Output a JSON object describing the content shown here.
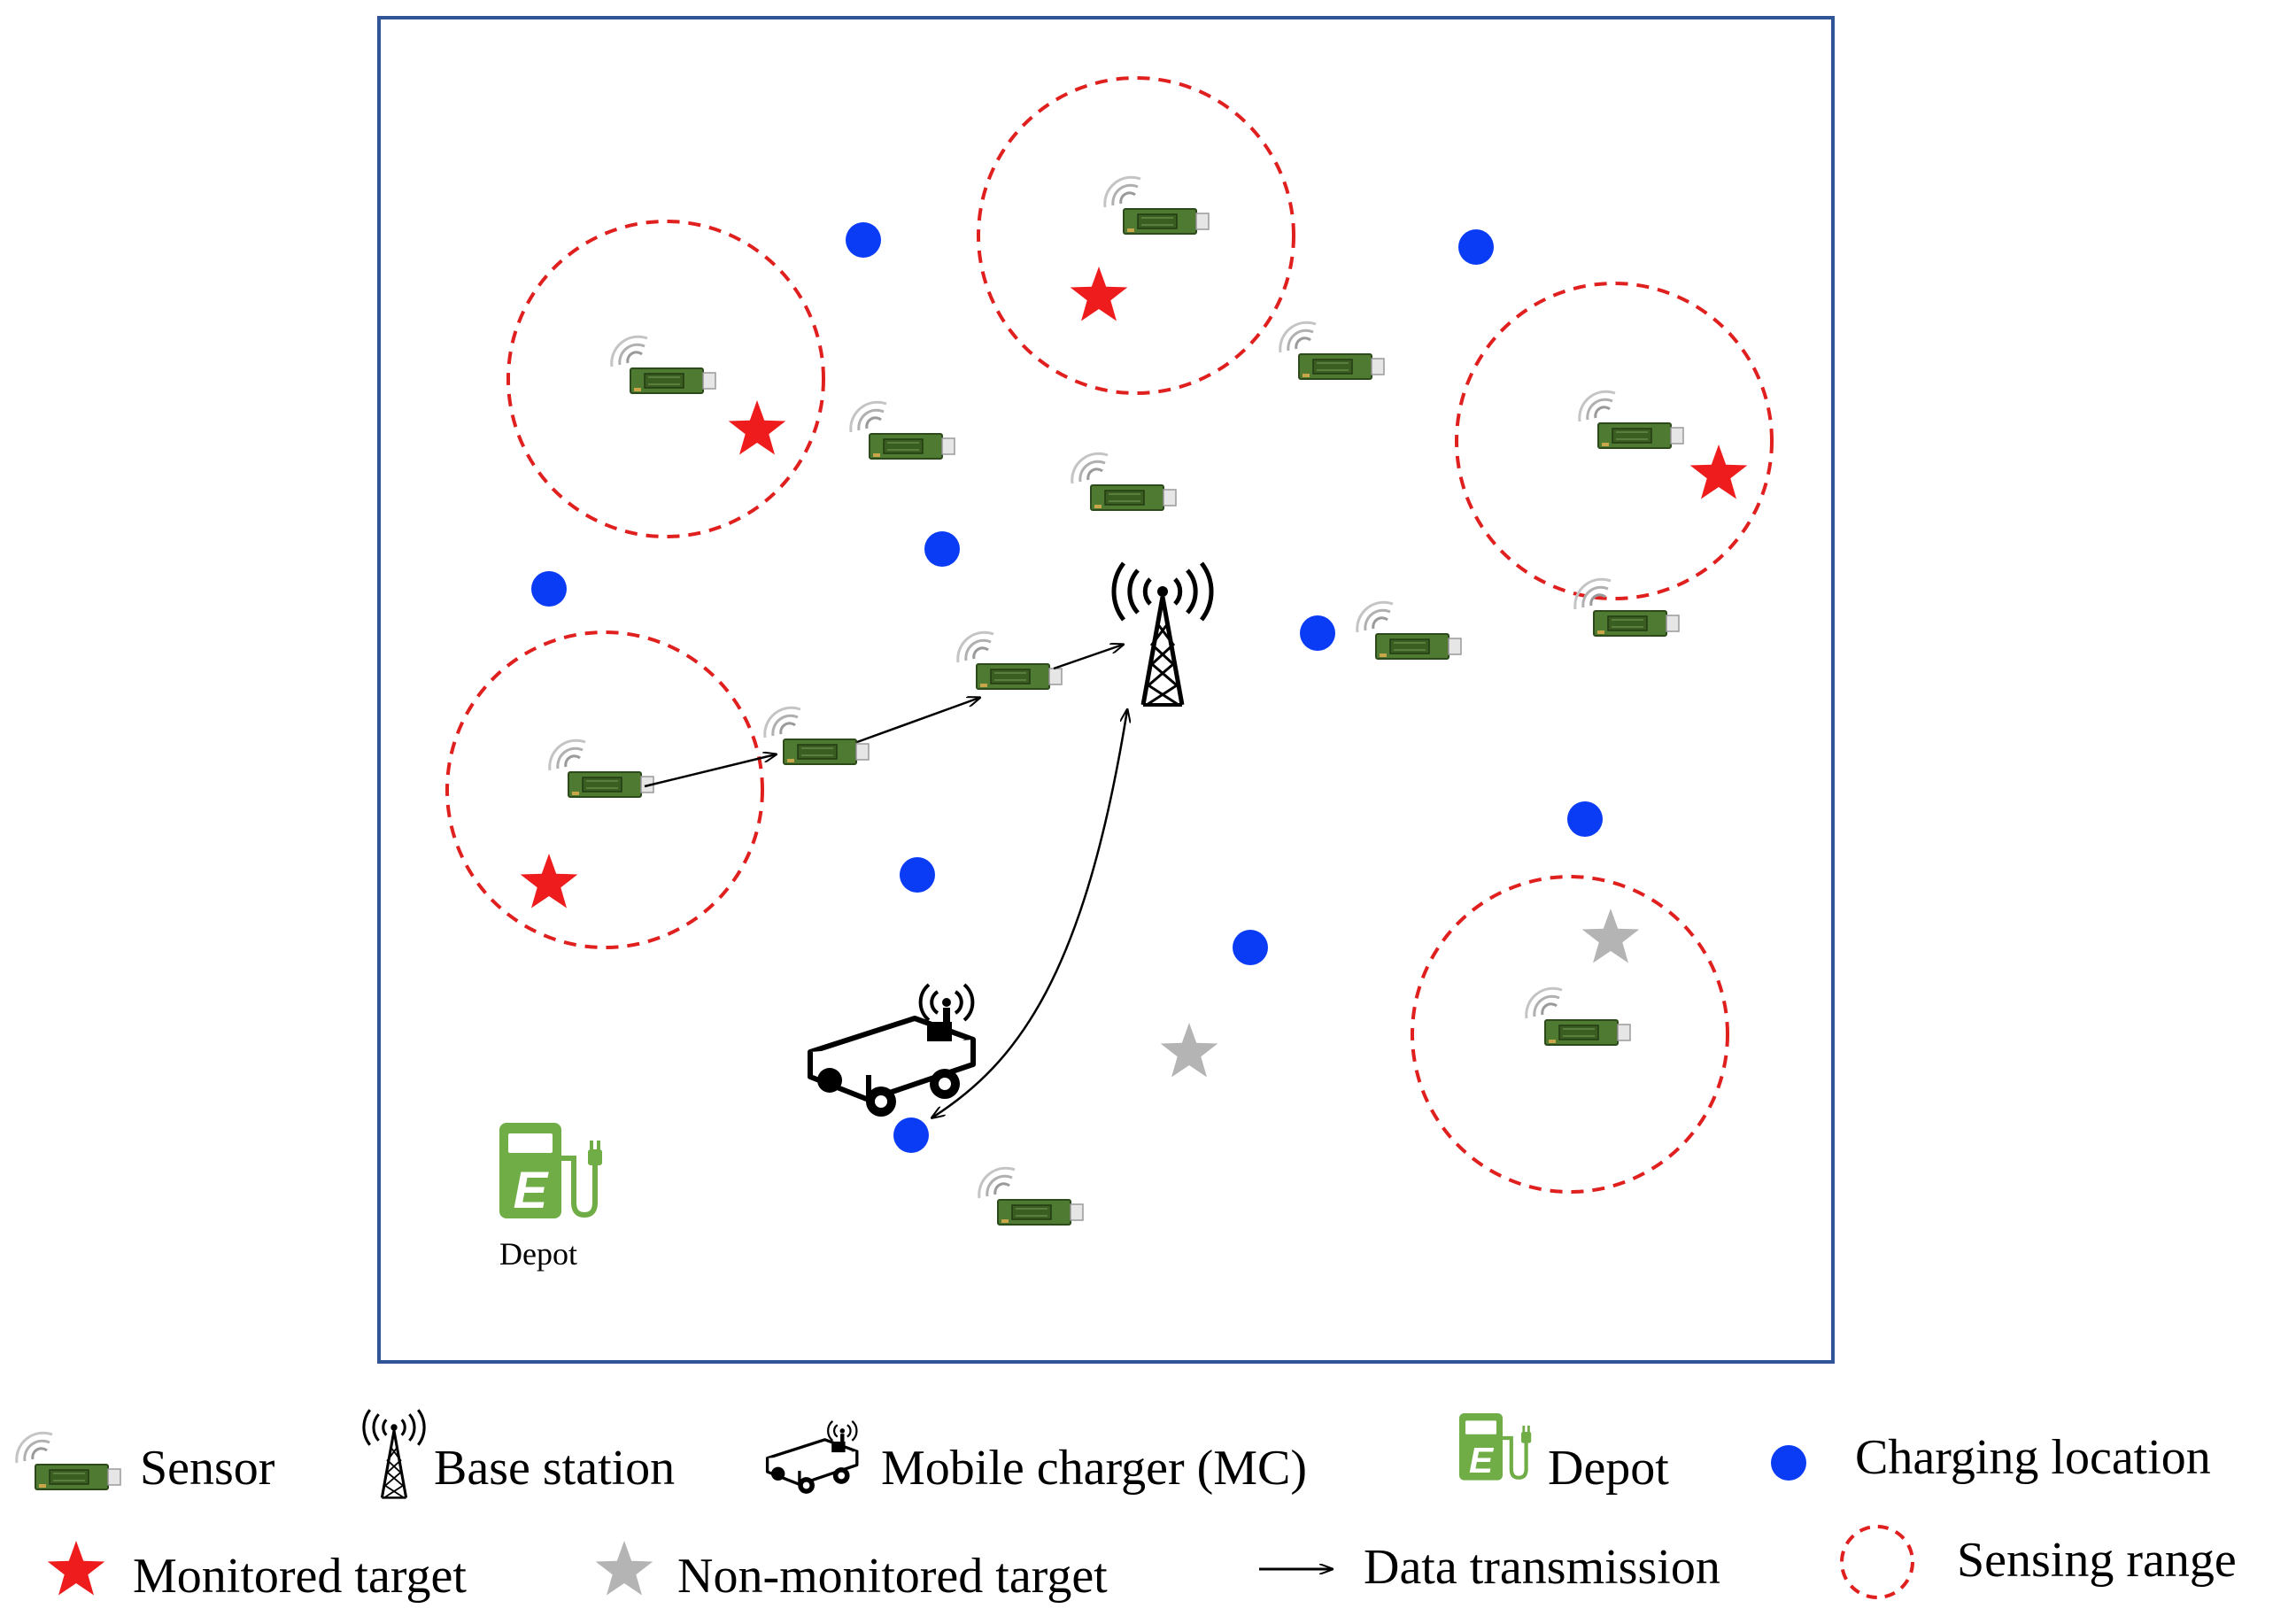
{
  "field": {
    "depot_label": "Depot"
  },
  "legend": {
    "sensor": "Sensor",
    "base_station": "Base station",
    "mobile_charger": "Mobile charger (MC)",
    "depot": "Depot",
    "charging_location": "Charging location",
    "monitored_target": "Monitored target",
    "non_monitored_target": "Non-monitored target",
    "data_transmission": "Data transmission",
    "sensing_range": "Sensing range"
  },
  "colors": {
    "field_border": "#2f5597",
    "sensing_range": "#e0201f",
    "monitored_target": "#ee1c1c",
    "non_monitored_target": "#b4b4b4",
    "charging_location": "#0a3cf5",
    "sensor_board": "#4f7a32",
    "depot": "#70ad47"
  },
  "icons": {
    "sensor": "sensor-icon",
    "base_station": "base-station-icon",
    "mobile_charger": "mobile-charger-icon",
    "depot": "depot-icon",
    "charging_location": "charging-location-icon",
    "target": "star-icon"
  }
}
